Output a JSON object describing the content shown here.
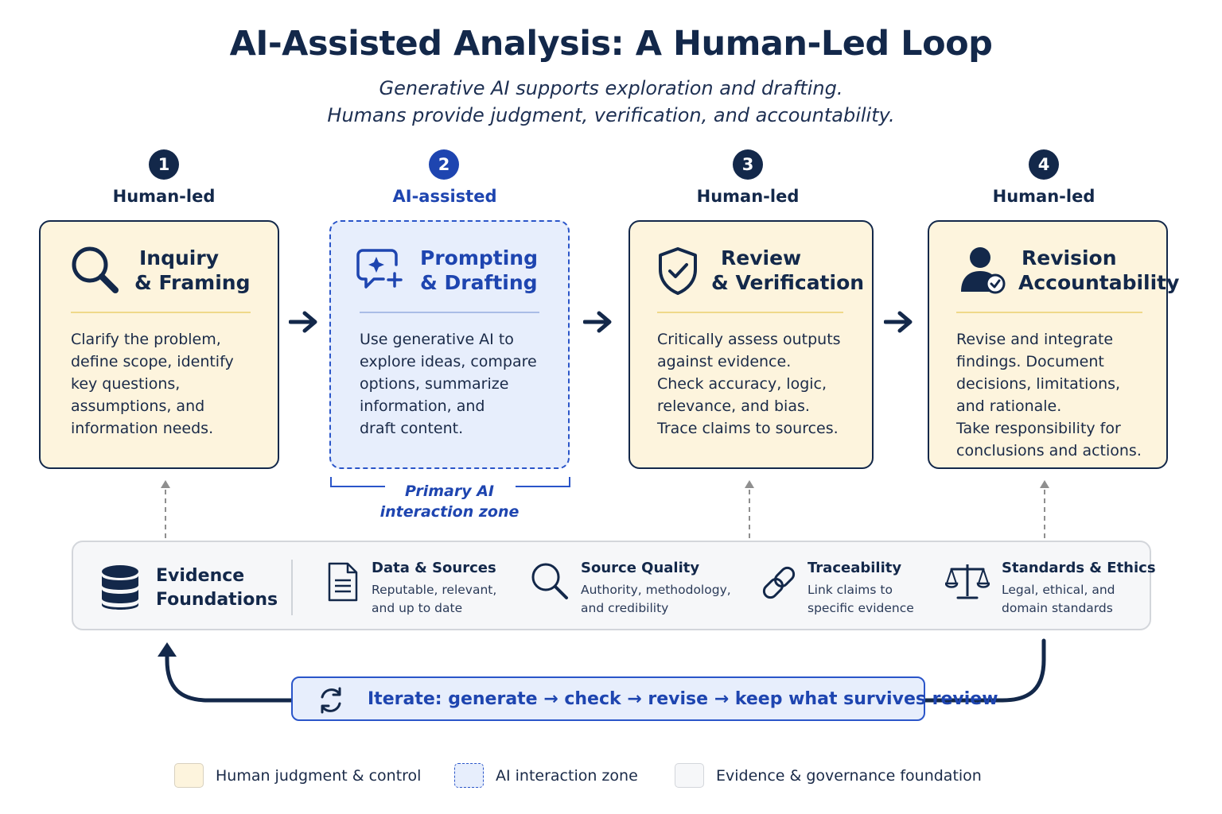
{
  "header": {
    "title": "AI-Assisted Analysis: A Human-Led Loop",
    "subtitle_line1": "Generative AI supports exploration and drafting.",
    "subtitle_line2": "Humans provide judgment, verification, and accountability."
  },
  "steps": [
    {
      "number": "1",
      "mode": "Human-led",
      "icon": "magnifier-icon",
      "title_line1": "Inquiry",
      "title_line2": "& Framing",
      "body": [
        "Clarify the problem,",
        "define scope, identify",
        "key questions,",
        "assumptions, and",
        "information needs."
      ]
    },
    {
      "number": "2",
      "mode": "AI-assisted",
      "icon": "ai-chat-sparkle-icon",
      "title_line1": "Prompting",
      "title_line2": "& Drafting",
      "body": [
        "Use generative AI to",
        "explore ideas, compare",
        "options, summarize",
        "information, and",
        "draft content."
      ]
    },
    {
      "number": "3",
      "mode": "Human-led",
      "icon": "shield-check-icon",
      "title_line1": "Review",
      "title_line2": "& Verification",
      "body": [
        "Critically assess outputs",
        "against evidence.",
        "Check accuracy, logic,",
        "relevance, and bias.",
        "Trace claims to sources."
      ]
    },
    {
      "number": "4",
      "mode": "Human-led",
      "icon": "person-check-icon",
      "title_line1": "Revision",
      "title_line2": "Accountability",
      "body": [
        "Revise and integrate",
        "findings. Document",
        "decisions, limitations,",
        "and rationale.",
        "Take responsibility for",
        "conclusions and actions."
      ]
    }
  ],
  "ai_zone": {
    "label_line1": "Primary AI",
    "label_line2": "interaction zone"
  },
  "evidence": {
    "label_line1": "Evidence",
    "label_line2": "Foundations",
    "icon": "database-icon",
    "items": [
      {
        "icon": "document-icon",
        "title": "Data & Sources",
        "desc_line1": "Reputable, relevant,",
        "desc_line2": "and up to date"
      },
      {
        "icon": "magnifier-icon",
        "title": "Source Quality",
        "desc_line1": "Authority, methodology,",
        "desc_line2": "and credibility"
      },
      {
        "icon": "chain-link-icon",
        "title": "Traceability",
        "desc_line1": "Link claims to",
        "desc_line2": "specific evidence"
      },
      {
        "icon": "balance-scale-icon",
        "title": "Standards & Ethics",
        "desc_line1": "Legal, ethical, and",
        "desc_line2": "domain standards"
      }
    ]
  },
  "iterate": {
    "icon": "refresh-cycle-icon",
    "text": "Iterate: generate → check → revise → keep what survives review"
  },
  "legend": [
    {
      "label": "Human judgment & control"
    },
    {
      "label": "AI interaction zone"
    },
    {
      "label": "Evidence & governance foundation"
    }
  ],
  "colors": {
    "navy": "#13284a",
    "ai_blue": "#1e45b0",
    "human_fill": "#fdf4dd",
    "ai_fill": "#e7eefc",
    "evidence_fill": "#f6f7f9"
  }
}
